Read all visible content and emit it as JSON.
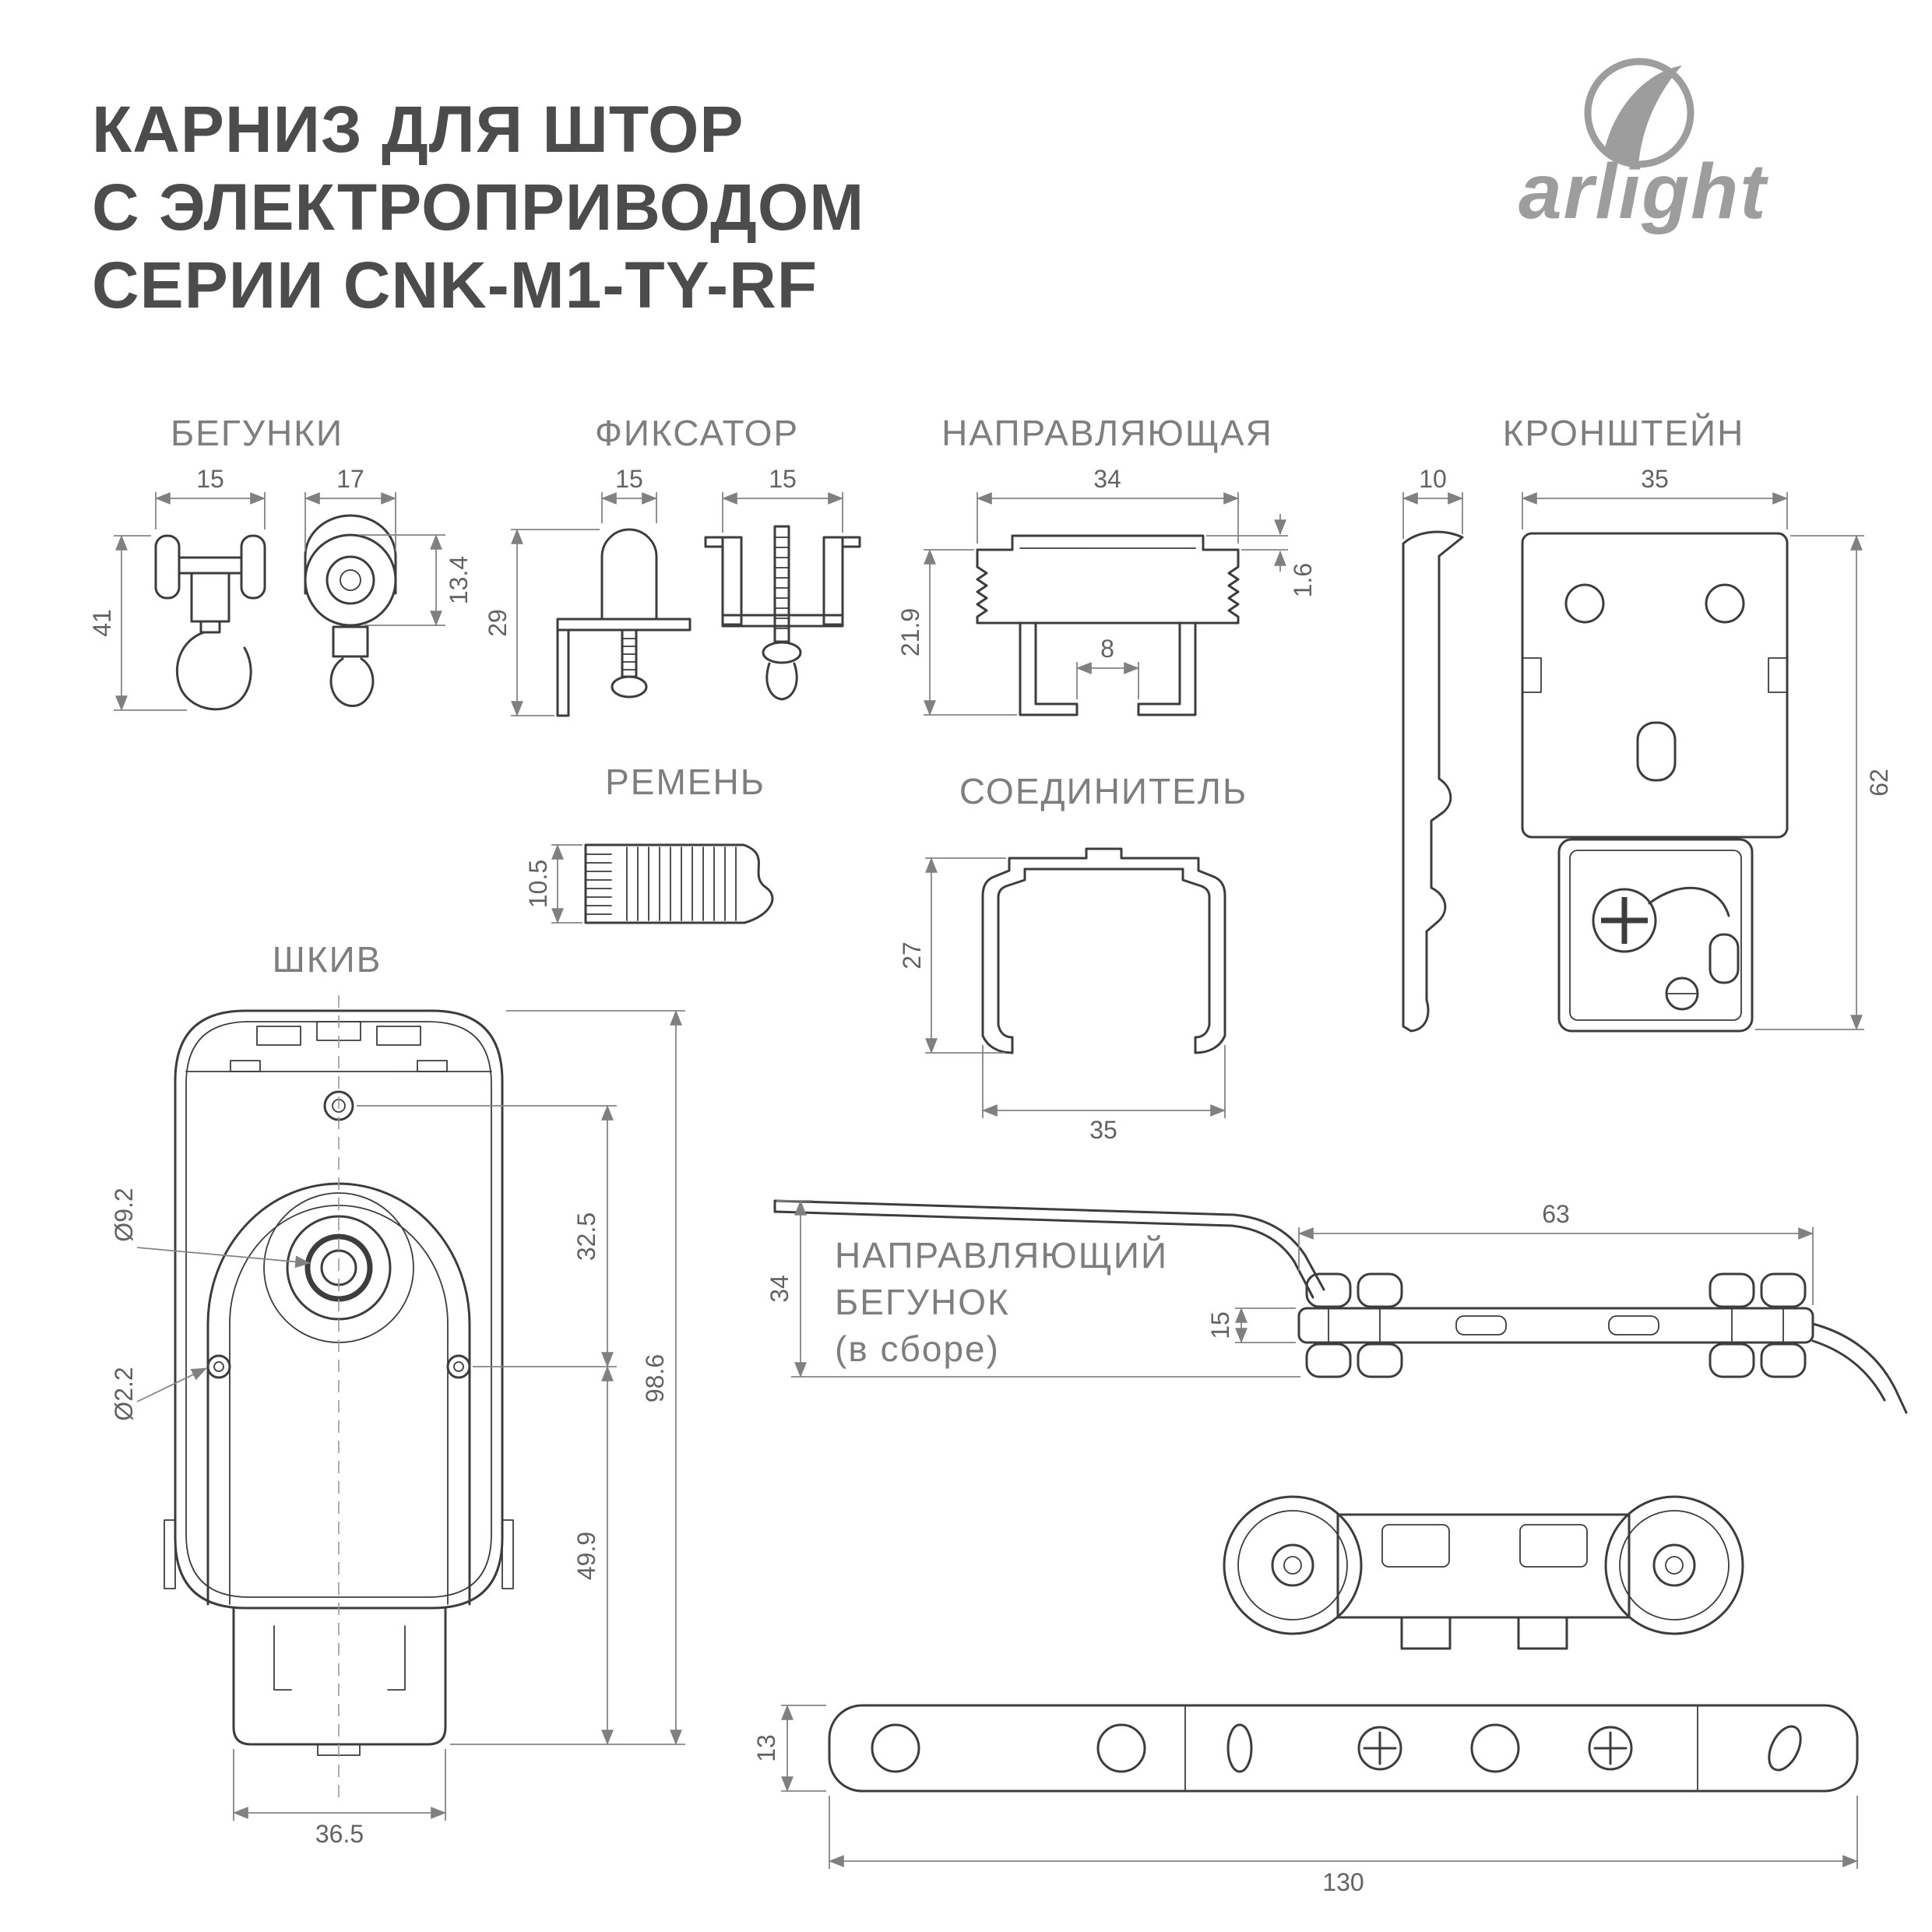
{
  "page": {
    "title_lines": [
      "КАРНИЗ ДЛЯ ШТОР",
      "С ЭЛЕКТРОПРИВОДОМ",
      "СЕРИИ CNK-M1-TY-RF"
    ],
    "brand": "arlight"
  },
  "colors": {
    "part_line": "#3d3d3d",
    "dimension_line": "#858585",
    "dimension_text": "#636363",
    "section_label": "#7e7e7e",
    "title_text": "#4c4c4c",
    "brand_gray": "#9d9d9d",
    "background": "#ffffff"
  },
  "sections": {
    "runners": {
      "label": "БЕГУНКИ",
      "dim_width_rear": "15",
      "dim_width_front": "17",
      "dim_height": "41",
      "dim_wheel": "13.4"
    },
    "fixator": {
      "label": "ФИКСАТОР",
      "dim_width_left": "15",
      "dim_width_right": "15",
      "dim_height": "29"
    },
    "rail": {
      "label": "НАПРАВЛЯЮЩАЯ",
      "dim_width": "34",
      "dim_thickness": "1.6",
      "dim_height": "21.9",
      "dim_slot": "8"
    },
    "bracket": {
      "label": "КРОНШТЕЙН",
      "dim_depth": "10",
      "dim_width": "35",
      "dim_height": "62"
    },
    "belt": {
      "label": "РЕМЕНЬ",
      "dim_height": "10.5"
    },
    "connector": {
      "label": "СОЕДИНИТЕЛЬ",
      "dim_height": "27",
      "dim_width": "35"
    },
    "pulley": {
      "label": "ШКИВ",
      "dim_bore": "Ø9.2",
      "dim_hole": "Ø2.2",
      "dim_top": "32.5",
      "dim_total": "98.6",
      "dim_bottom": "49.9",
      "dim_width": "36.5"
    },
    "guide_runner": {
      "label_line_1": "НАПРАВЛЯЮЩИЙ",
      "label_line_2": "БЕГУНОК",
      "label_line_3": "(в сборе)",
      "dim_length_top": "63",
      "dim_height_side": "34",
      "dim_rail_height": "15",
      "dim_bar_height": "13",
      "dim_length_total": "130"
    }
  }
}
